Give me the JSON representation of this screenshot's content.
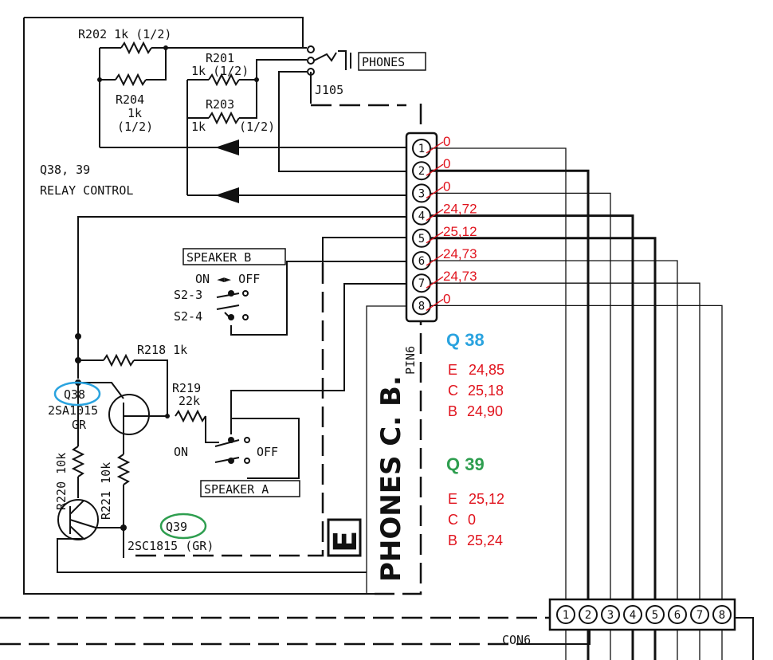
{
  "title": "",
  "colors": {
    "voltage": "#e0121c",
    "q38": "#2aa3df",
    "q39": "#2e9e4f",
    "ink": "#111111"
  },
  "resistors": {
    "r202": "R202 1k (1/2)",
    "r201": "R201",
    "r201b": "1k (1/2)",
    "r204": "R204",
    "r204b": "1k",
    "r204c": "(1/2)",
    "r203": "R203",
    "r203b": "1k",
    "r203c": "(1/2)",
    "r218": "R218 1k",
    "r219": "R219",
    "r219b": "22k",
    "r220": "R220 10k",
    "r221": "R221 10k"
  },
  "jack": {
    "name": "J105",
    "label": "PHONES"
  },
  "relay": {
    "line1": "Q38, 39",
    "line2": "RELAY CONTROL"
  },
  "switches": {
    "speaker_b": "SPEAKER B",
    "on_off": "ON ◄► OFF",
    "s2_3": "S2-3",
    "s2_4": "S2-4",
    "speaker_a": "SPEAKER A",
    "on": "ON",
    "off": "OFF"
  },
  "transistors": {
    "q38_label": "Q38",
    "q38_type": "2SA1015",
    "q38_grade": "GR",
    "q39_label": "Q39",
    "q39_type": "2SC1815 (GR)"
  },
  "board": {
    "name": "PHONES C. B.",
    "e_box": "E",
    "pin": "PIN6",
    "con": "CON6"
  },
  "connector_pins": [
    "1",
    "2",
    "3",
    "4",
    "5",
    "6",
    "7",
    "8"
  ],
  "pin_voltages": [
    "0",
    "0",
    "0",
    "24,72",
    "25,12",
    "24,73",
    "24,73",
    "0"
  ],
  "measurements": {
    "q38": {
      "title": "Q 38",
      "rows": [
        {
          "pin": "E",
          "value": "24,85"
        },
        {
          "pin": "C",
          "value": "25,18"
        },
        {
          "pin": "B",
          "value": "24,90"
        }
      ]
    },
    "q39": {
      "title": "Q 39",
      "rows": [
        {
          "pin": "E",
          "value": "25,12"
        },
        {
          "pin": "C",
          "value": "0"
        },
        {
          "pin": "B",
          "value": "25,24"
        }
      ]
    }
  }
}
